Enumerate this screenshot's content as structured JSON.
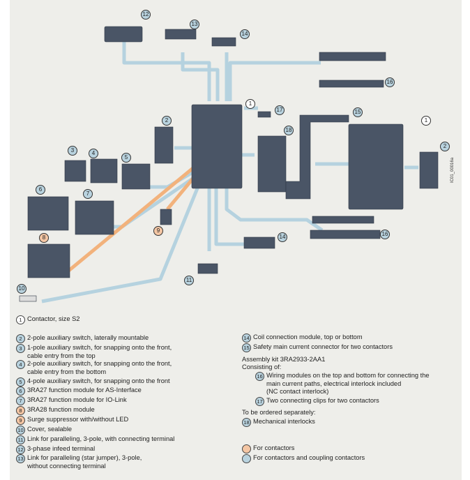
{
  "figure_code": "IC01_00016a",
  "colors": {
    "contactor": "#4a5566",
    "path_blue": "#b5d2df",
    "path_orange": "#f2b27c",
    "background": "#eeeeea"
  },
  "callouts": [
    "12",
    "13",
    "14",
    "1",
    "17",
    "16",
    "15",
    "1",
    "18",
    "2",
    "3",
    "4",
    "5",
    "2",
    "6",
    "7",
    "8",
    "9",
    "14",
    "16",
    "10",
    "11"
  ],
  "legend_left": [
    {
      "num": "1",
      "text": "Contactor, size S2",
      "type": "plain"
    },
    {
      "num": "2",
      "text": "2-pole auxiliary switch, laterally mountable",
      "type": "blue"
    },
    {
      "num": "3",
      "text": "1-pole auxiliary switch, for snapping onto the front,\ncable entry from the top",
      "type": "blue"
    },
    {
      "num": "4",
      "text": "2-pole auxiliary switch, for snapping onto the front,\ncable entry from the bottom",
      "type": "blue"
    },
    {
      "num": "5",
      "text": "4-pole auxiliary switch, for snapping onto the front",
      "type": "blue"
    },
    {
      "num": "6",
      "text": "3RA27 function module for AS-Interface",
      "type": "blue"
    },
    {
      "num": "7",
      "text": "3RA27 function module for IO-Link",
      "type": "blue"
    },
    {
      "num": "8",
      "text": "3RA28 function module",
      "type": "orange"
    },
    {
      "num": "9",
      "text": "Surge suppressor with/without LED",
      "type": "orange"
    },
    {
      "num": "10",
      "text": "Cover, sealable",
      "type": "blue"
    },
    {
      "num": "11",
      "text": "Link for paralleling, 3-pole, with connecting terminal",
      "type": "blue"
    },
    {
      "num": "12",
      "text": "3-phase infeed terminal",
      "type": "blue"
    },
    {
      "num": "13",
      "text": "Link for paralleling (star jumper), 3-pole,\nwithout connecting terminal",
      "type": "blue"
    }
  ],
  "legend_right": {
    "items": [
      {
        "num": "14",
        "text": "Coil connection module, top or bottom"
      },
      {
        "num": "15",
        "text": "Safety main current connector for two contactors"
      }
    ],
    "kit_title": "Assembly kit 3RA2933-2AA1",
    "kit_sub": "Consisting of:",
    "kit_items": [
      {
        "num": "16",
        "text": "Wiring modules on the top and bottom for connecting the\nmain current paths, electrical interlock included\n(NC contact interlock)"
      },
      {
        "num": "17",
        "text": "Two connecting clips for two contactors"
      }
    ],
    "separate_title": "To be ordered separately:",
    "separate_items": [
      {
        "num": "18",
        "text": "Mechanical interlocks"
      }
    ],
    "key": [
      {
        "text": "For contactors",
        "type": "orange"
      },
      {
        "text": "For contactors and coupling contactors",
        "type": "blue"
      }
    ]
  }
}
